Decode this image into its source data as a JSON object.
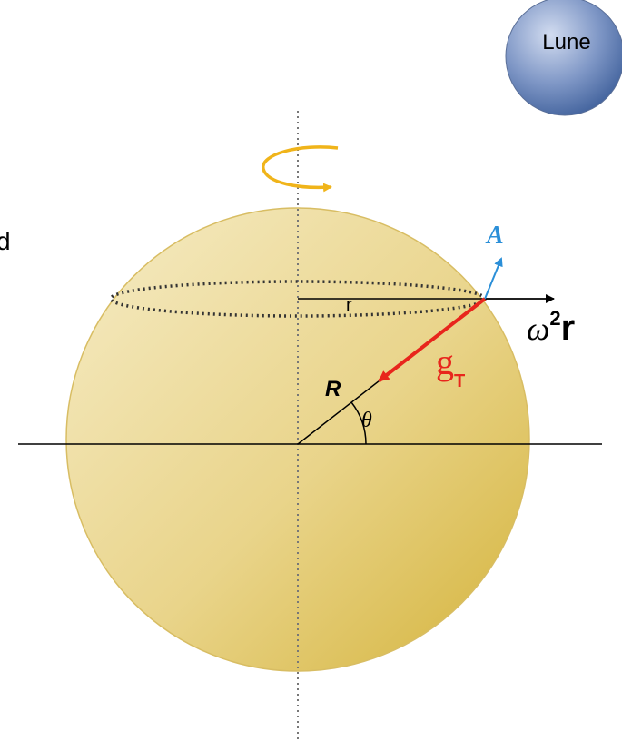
{
  "labels": {
    "moon": "Lune",
    "edge_fragment": "d",
    "small_r": "r",
    "omega_base": "ω",
    "omega_exp": "2",
    "omega_r": "r",
    "g_letter": "g",
    "g_sub": "T",
    "big_r": "R",
    "theta": "θ",
    "a": "A"
  },
  "colors": {
    "planet_light": "#f6ecc6",
    "planet_dark": "#d4b33a",
    "planet_stroke": "#d8bd63",
    "moon_light": "#d2dcf0",
    "moon_dark": "#3e5f9a",
    "gravity_arrow": "#e8251c",
    "acceleration_arrow": "#2b8fd8",
    "rotation_arrow": "#f0b41a",
    "lines": "#000000",
    "axis_dots": "#777777"
  },
  "icons": {
    "rotation": "curved-rotation-arrow-icon",
    "moon": "moon-sphere-icon"
  }
}
